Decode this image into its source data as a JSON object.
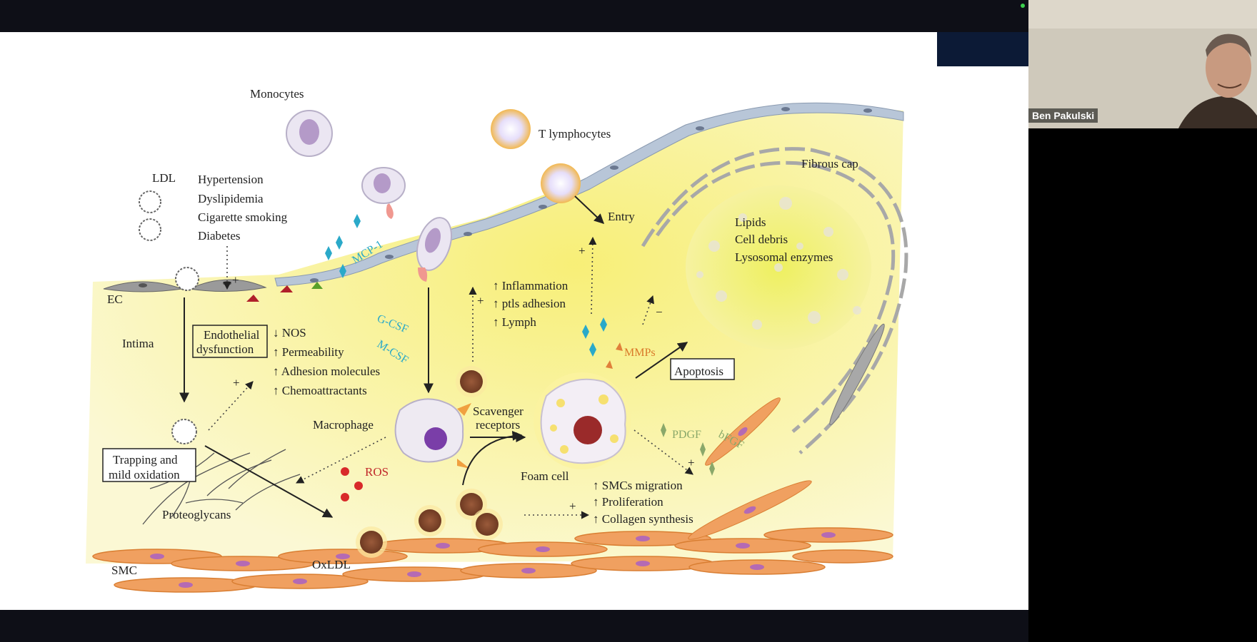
{
  "meeting": {
    "participant_name": "Ben Pakulski",
    "status_dot_color": "#3ccf4e"
  },
  "diagram": {
    "labels": {
      "monocytes": "Monocytes",
      "t_lymphocytes": "T lymphocytes",
      "ldl": "LDL",
      "risk_factors": [
        "Hypertension",
        "Dyslipidemia",
        "Cigarette smoking",
        "Diabetes"
      ],
      "plus": "+",
      "minus": "−",
      "ec": "EC",
      "intima": "Intima",
      "endothelial_dysfunction": [
        "Endothelial",
        "dysfunction"
      ],
      "endo_effects": [
        "↓ NOS",
        "↑ Permeability",
        "↑ Adhesion molecules",
        "↑ Chemoattractants"
      ],
      "mcp1": "MCP-1",
      "gcsf": "G-CSF",
      "mcsf": "M-CSF",
      "inflammation_effects": [
        "↑ Inflammation",
        "↑ ptls adhesion",
        "↑ Lymph"
      ],
      "entry": "Entry",
      "fibrous_cap": "Fibrous cap",
      "core_contents": [
        "Lipids",
        "Cell debris",
        "Lysosomal enzymes"
      ],
      "mmps": "MMPs",
      "apoptosis": "Apoptosis",
      "macrophage": "Macrophage",
      "scavenger_receptors": [
        "Scavenger",
        "receptors"
      ],
      "foam_cell": "Foam cell",
      "pdgf": "PDGF",
      "bfgf": "bFGF",
      "ros": "ROS",
      "trapping": [
        "Trapping and",
        "mild oxidation"
      ],
      "proteoglycans": "Proteoglycans",
      "smc_effects": [
        "↑ SMCs migration",
        "↑ Proliferation",
        "↑ Collagen synthesis"
      ],
      "smc": "SMC",
      "oxldl": "OxLDL"
    },
    "colors": {
      "cyan_label": "#2aa9c9",
      "red_label": "#c0282a",
      "orange_label": "#d9792a",
      "green_label": "#8aa86a",
      "yellow_bg": "#f7f2a8",
      "endothelium": "#b8c6d8",
      "smc_orange": "#f0a060",
      "smc_nucleus": "#b46ab4"
    }
  }
}
